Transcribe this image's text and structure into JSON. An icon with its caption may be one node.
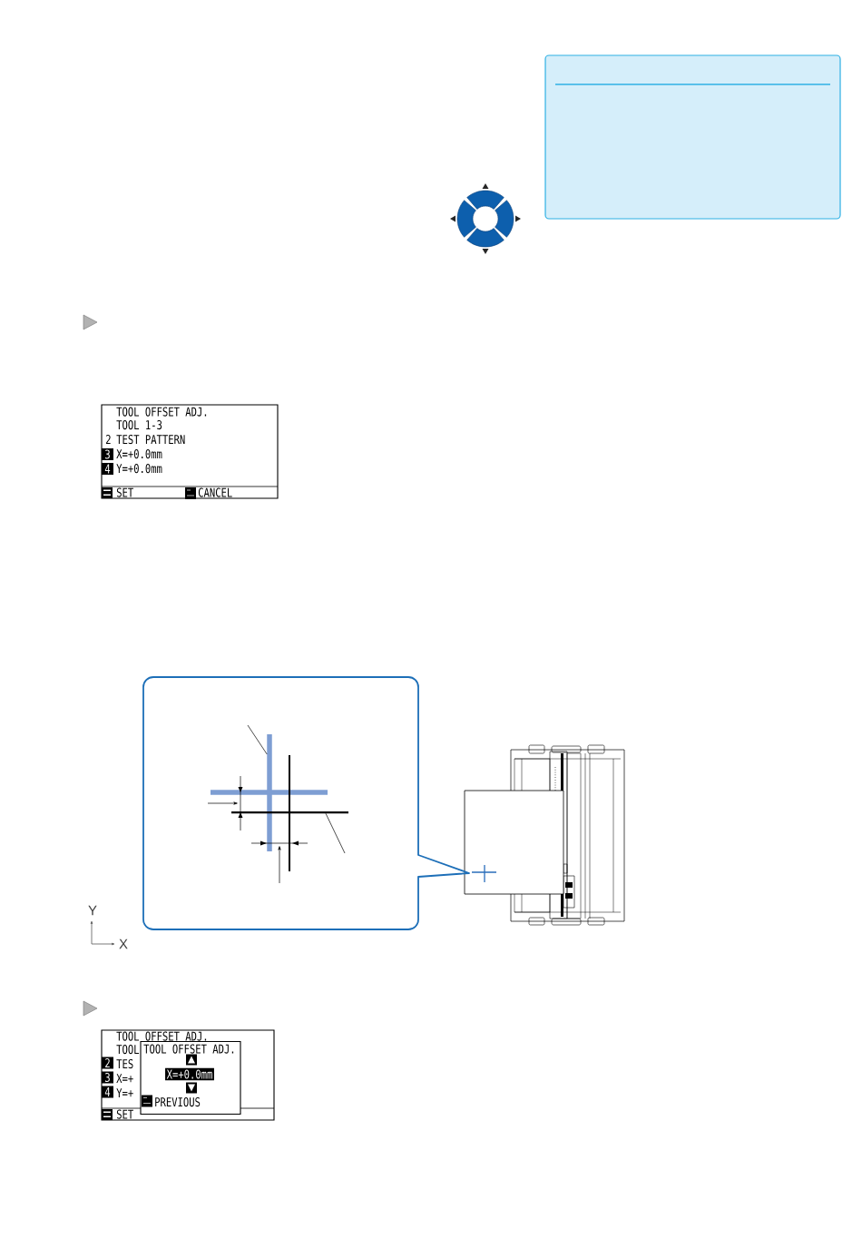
{
  "diagram": {
    "nodes": [
      {
        "text": [],
        "shape": "box"
      },
      {
        "text": [
          "TOOL OFFSET ADJ.",
          "TOOL 1-3",
          "2",
          "TEST PATTERN",
          "3",
          "X=+0.0mm",
          "4",
          "Y=+0.0mm",
          "SET",
          "CANCEL"
        ]
      },
      {
        "text": [],
        "shape": "box"
      },
      {
        "text": [],
        "shape": "bar",
        "in": 2
      },
      {
        "text": [],
        "shape": "bar",
        "in": 2
      },
      {
        "text": [],
        "shape": "line",
        "in": 2
      },
      {
        "text": [],
        "shape": "line",
        "in": 2
      },
      {
        "text": [
          "TOOL OFFSET ADJ.",
          "TOOL",
          "2",
          "TES",
          "3",
          "X=+",
          "4",
          "Y=+",
          "SET"
        ]
      },
      {
        "text": [
          "TOOL OFFSET ADJ.",
          "X=+0.0mm",
          "PREVIOUS"
        ],
        "in": 7
      }
    ],
    "edges": [
      {
        "from": null,
        "to": 3,
        "arrow": "none"
      },
      {
        "from": null,
        "to": 5,
        "arrow": "to"
      },
      {
        "from": null,
        "to": 4,
        "arrow": "none"
      },
      {
        "from": null,
        "to": 6,
        "arrow": "to"
      }
    ],
    "labels": [
      "Y",
      "X"
    ]
  }
}
